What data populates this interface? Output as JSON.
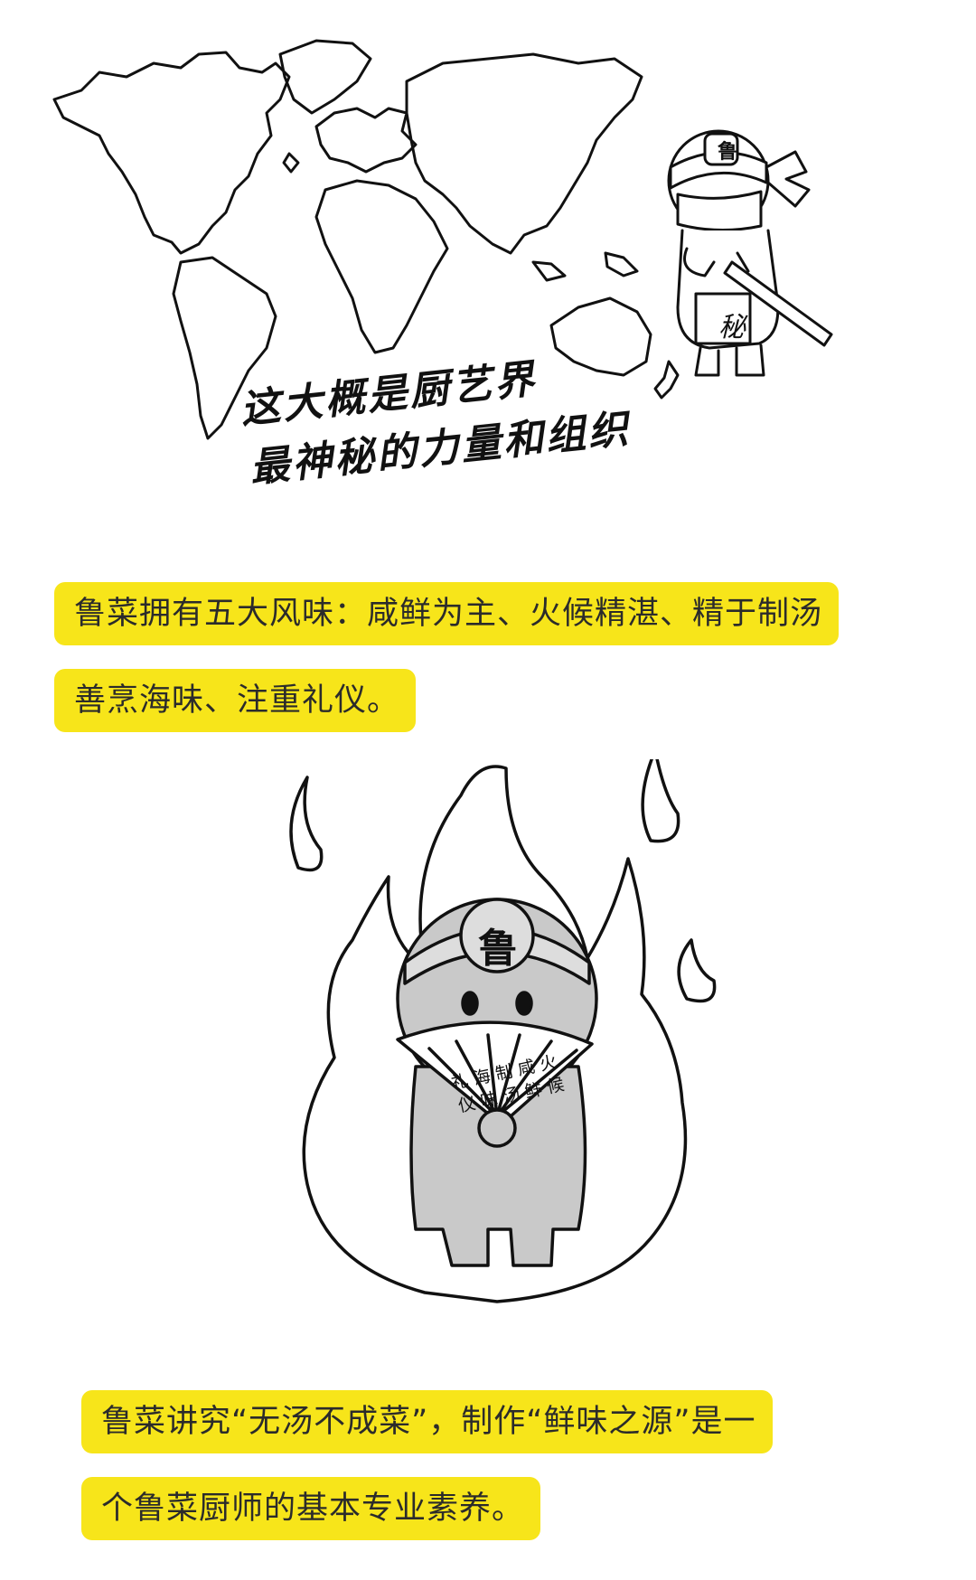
{
  "map_caption": {
    "line1": "这大概是厨艺界",
    "line2": "最神秘的力量和组织"
  },
  "ninja": {
    "cap_char": "鲁",
    "apron_char": "秘"
  },
  "chef": {
    "cap_char": "鲁",
    "fan_row1": "礼 海 制 咸 火",
    "fan_row2": "仪 味 汤 鲜 候"
  },
  "paragraph1": {
    "line1": "鲁菜拥有五大风味：咸鲜为主、火候精湛、精于制汤",
    "line2": "善烹海味、注重礼仪。"
  },
  "paragraph2": {
    "line1": "鲁菜讲究“无汤不成菜”，制作“鲜味之源”是一",
    "line2": "个鲁菜厨师的基本专业素养。"
  },
  "colors": {
    "highlight": "#f7e51a",
    "ink": "#111111",
    "figure_gray": "#c9c9c9"
  }
}
